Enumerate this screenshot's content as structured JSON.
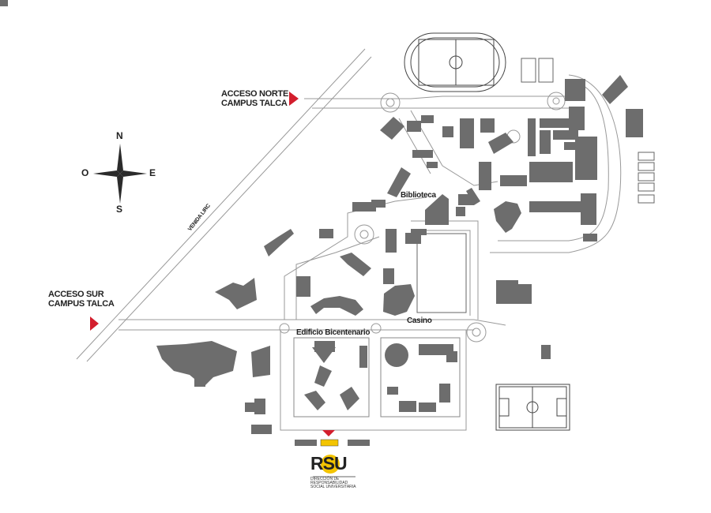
{
  "map": {
    "access_north": {
      "line1": "ACCESO NORTE",
      "line2": "CAMPUS TALCA"
    },
    "access_south": {
      "line1": "ACCESO SUR",
      "line2": "CAMPUS TALCA"
    },
    "road_label": "VENIDA LIRC",
    "places": {
      "biblioteca": "Biblioteca",
      "edificio": "Edificio Bicentenario",
      "casino": "Casino"
    },
    "compass": {
      "n": "N",
      "s": "S",
      "e": "E",
      "o": "O"
    },
    "colors": {
      "building": "#6d6d6d",
      "road": "#999999",
      "marker": "#d31e2d",
      "highlight": "#f3c400"
    }
  },
  "logo": {
    "r": "R",
    "s": "S",
    "u": "U",
    "line1": "DIRECCIÓN DE",
    "line2": "RESPONSABILIDAD",
    "line3": "SOCIAL UNIVERSITARIA"
  }
}
